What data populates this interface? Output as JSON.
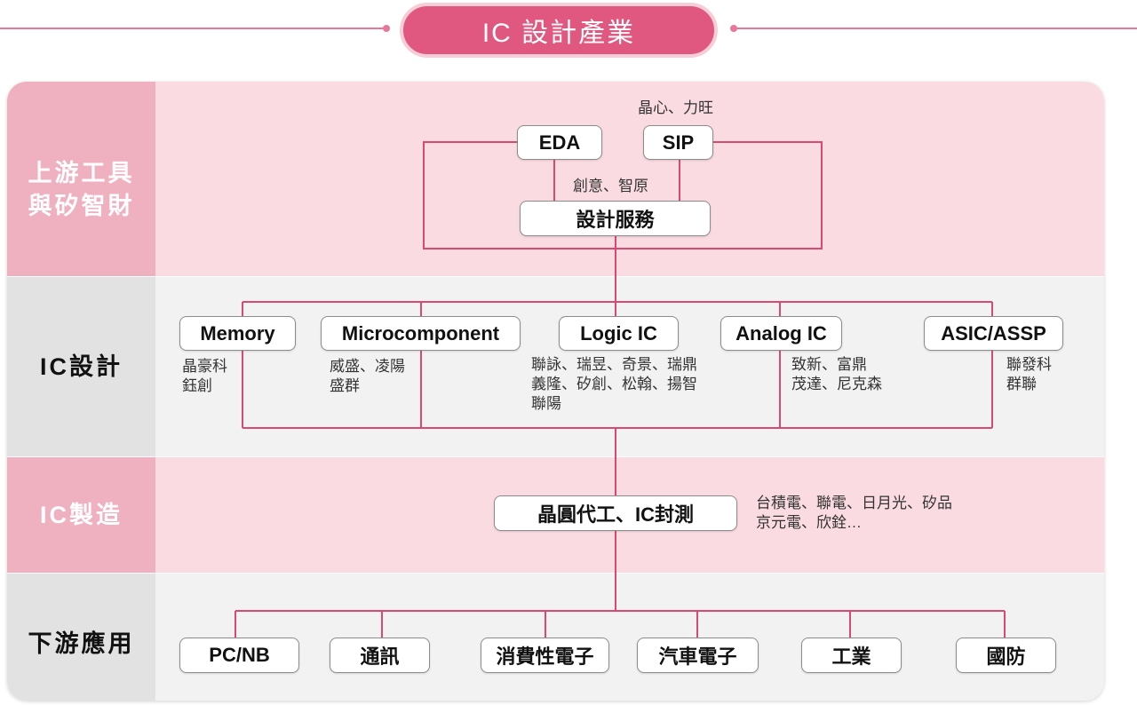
{
  "title": "IC 設計產業",
  "sections": {
    "upstream": {
      "label_line1": "上游工具",
      "label_line2": "與矽智財"
    },
    "design": {
      "label": "IC設計"
    },
    "manufacturing": {
      "label": "IC製造"
    },
    "downstream": {
      "label": "下游應用"
    }
  },
  "upstream": {
    "eda": "EDA",
    "sip": "SIP",
    "sip_companies": "晶心、力旺",
    "design_service": "設計服務",
    "design_service_companies": "創意、智原"
  },
  "ic_design": {
    "categories": [
      {
        "name": "Memory",
        "companies": [
          "晶豪科",
          "鈺創"
        ]
      },
      {
        "name": "Microcomponent",
        "companies": [
          "威盛、凌陽",
          "盛群"
        ]
      },
      {
        "name": "Logic IC",
        "companies": [
          "聯詠、瑞昱、奇景、瑞鼎",
          "義隆、矽創、松翰、揚智",
          "聯陽"
        ]
      },
      {
        "name": "Analog IC",
        "companies": [
          "致新、富鼎",
          "茂達、尼克森"
        ]
      },
      {
        "name": "ASIC/ASSP",
        "companies": [
          "聯發科",
          "群聯"
        ]
      }
    ]
  },
  "manufacturing": {
    "name": "晶圓代工、IC封測",
    "companies": [
      "台積電、聯電、日月光、矽品",
      "京元電、欣銓…"
    ]
  },
  "downstream": {
    "applications": [
      "PC/NB",
      "通訊",
      "消費性電子",
      "汽車電子",
      "工業",
      "國防"
    ]
  },
  "colors": {
    "accent": "#e0577f",
    "rule": "#e8789a",
    "connector": "#d94a72",
    "pink_band": "#fadbe2",
    "pink_label": "#efb0c0",
    "grey_band": "#f2f2f2",
    "grey_label": "#e2e2e2"
  }
}
